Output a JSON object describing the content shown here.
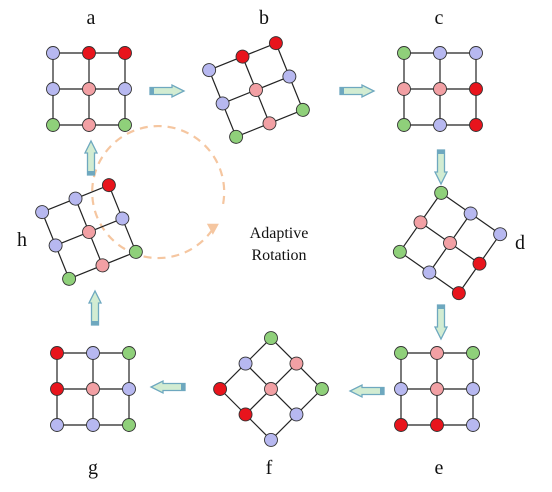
{
  "colors": {
    "red": "#e8141c",
    "pink": "#f2a0a4",
    "lavender": "#b7b8f0",
    "green": "#8fd07a",
    "arrow_fill": "#d2ecd2",
    "arrow_stroke": "#6ea8bf",
    "cycle_ring": "#f5c6a0"
  },
  "center_label": {
    "line1": "Adaptive",
    "line2": "Rotation"
  },
  "panels": [
    {
      "id": "a",
      "label": "a",
      "rotation_deg": 0,
      "nodes": [
        "lavender",
        "red",
        "red",
        "lavender",
        "pink",
        "lavender",
        "green",
        "pink",
        "green"
      ]
    },
    {
      "id": "b",
      "label": "b",
      "rotation_deg": -22,
      "nodes": [
        "lavender",
        "red",
        "red",
        "lavender",
        "pink",
        "lavender",
        "green",
        "pink",
        "green"
      ]
    },
    {
      "id": "c",
      "label": "c",
      "rotation_deg": 0,
      "nodes": [
        "green",
        "lavender",
        "lavender",
        "pink",
        "pink",
        "red",
        "green",
        "lavender",
        "red"
      ]
    },
    {
      "id": "d",
      "label": "d",
      "rotation_deg": 35,
      "nodes": [
        "green",
        "lavender",
        "lavender",
        "pink",
        "pink",
        "red",
        "green",
        "lavender",
        "red"
      ]
    },
    {
      "id": "e",
      "label": "e",
      "rotation_deg": 0,
      "nodes": [
        "green",
        "pink",
        "green",
        "lavender",
        "pink",
        "lavender",
        "red",
        "red",
        "lavender"
      ]
    },
    {
      "id": "f",
      "label": "f",
      "rotation_deg": 45,
      "nodes": [
        "green",
        "pink",
        "green",
        "lavender",
        "pink",
        "lavender",
        "red",
        "red",
        "lavender"
      ]
    },
    {
      "id": "g",
      "label": "g",
      "rotation_deg": 0,
      "nodes": [
        "red",
        "lavender",
        "green",
        "red",
        "pink",
        "lavender",
        "lavender",
        "lavender",
        "green"
      ]
    },
    {
      "id": "h",
      "label": "h",
      "rotation_deg": -22,
      "nodes": [
        "lavender",
        "lavender",
        "red",
        "lavender",
        "pink",
        "lavender",
        "green",
        "pink",
        "green"
      ]
    }
  ],
  "transitions": [
    {
      "from": "a",
      "to": "b"
    },
    {
      "from": "b",
      "to": "c"
    },
    {
      "from": "c",
      "to": "d"
    },
    {
      "from": "d",
      "to": "e"
    },
    {
      "from": "e",
      "to": "f"
    },
    {
      "from": "f",
      "to": "g"
    },
    {
      "from": "g",
      "to": "h"
    },
    {
      "from": "h",
      "to": "a"
    }
  ]
}
